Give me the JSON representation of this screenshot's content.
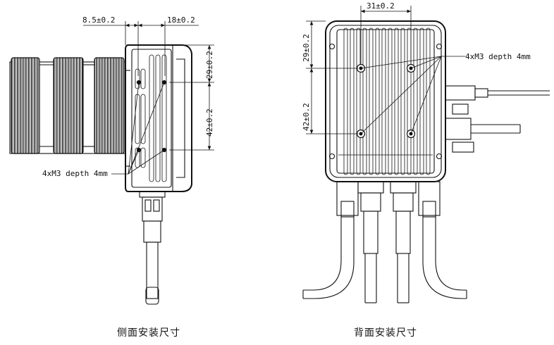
{
  "side_view": {
    "caption": "侧面安装尺寸",
    "dim_top_left": "8.5±0.2",
    "dim_top_right": "18±0.2",
    "dim_right_upper": "29±0.2",
    "dim_right_lower": "42±0.2",
    "callout": "4xM3 depth 4mm"
  },
  "back_view": {
    "caption": "背面安装尺寸",
    "dim_top": "31±0.2",
    "dim_left_upper": "29±0.2",
    "dim_left_lower": "42±0.2",
    "callout": "4xM3 depth 4mm"
  }
}
